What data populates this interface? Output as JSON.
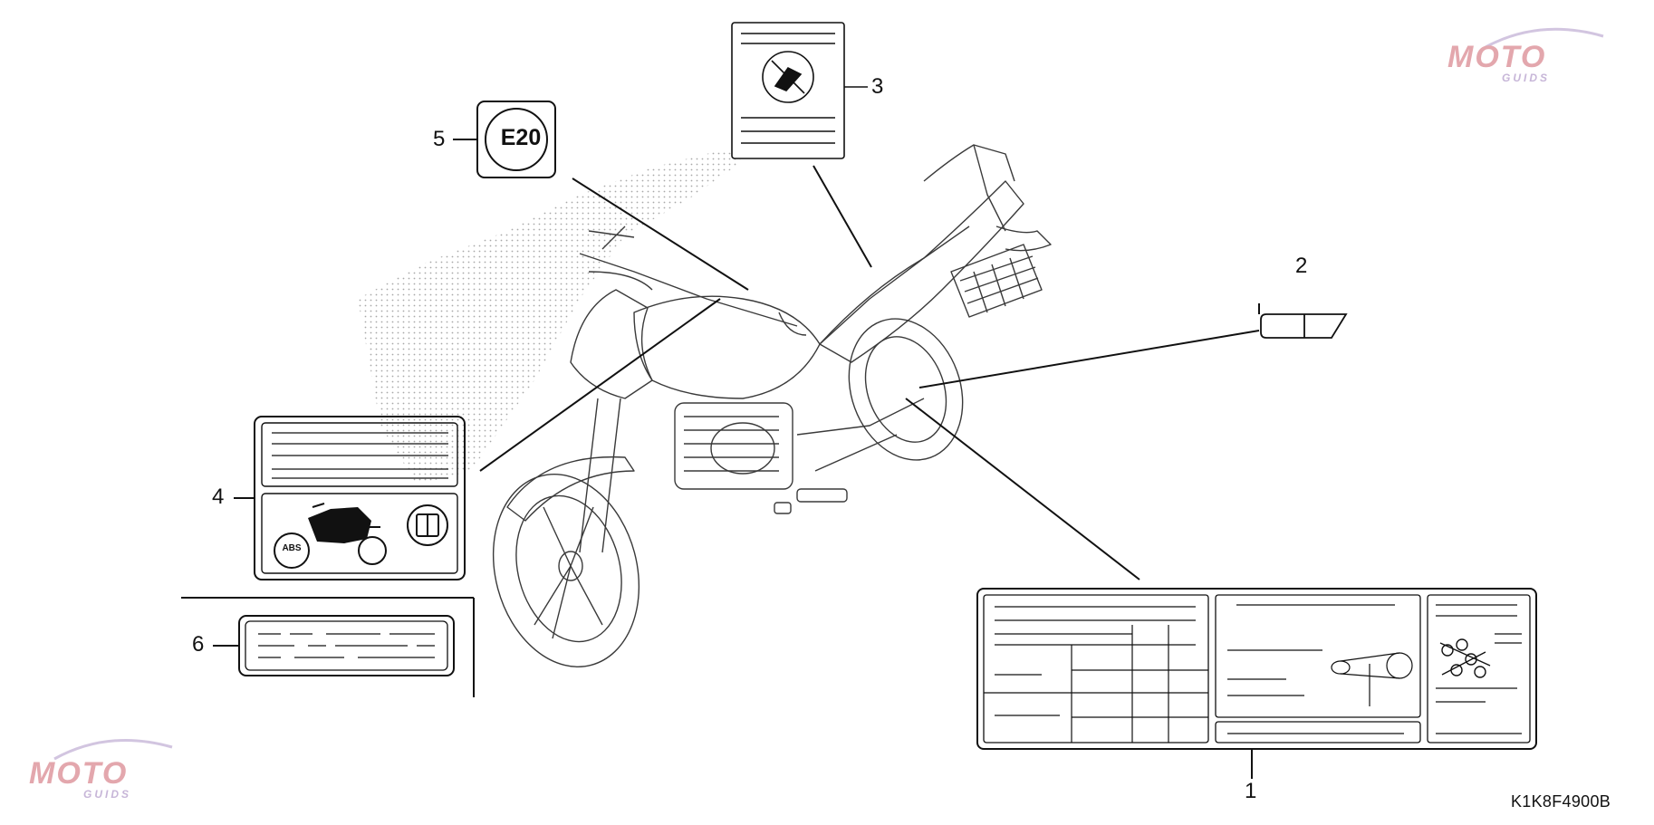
{
  "callouts": {
    "c1": "1",
    "c2": "2",
    "c3": "3",
    "c4": "4",
    "c5": "5",
    "c6": "6"
  },
  "labels": {
    "e20": "E20",
    "abs": "ABS"
  },
  "diagram_code": "K1K8F4900B",
  "watermark": {
    "brand": "MOTO",
    "sub": "GUIDS"
  },
  "colors": {
    "line": "#111111",
    "motorcycle": "#3a3a3a",
    "stipple": "#b0b0b0",
    "watermark_red": "#e3a7ad",
    "watermark_purple": "#c7b6d8"
  }
}
